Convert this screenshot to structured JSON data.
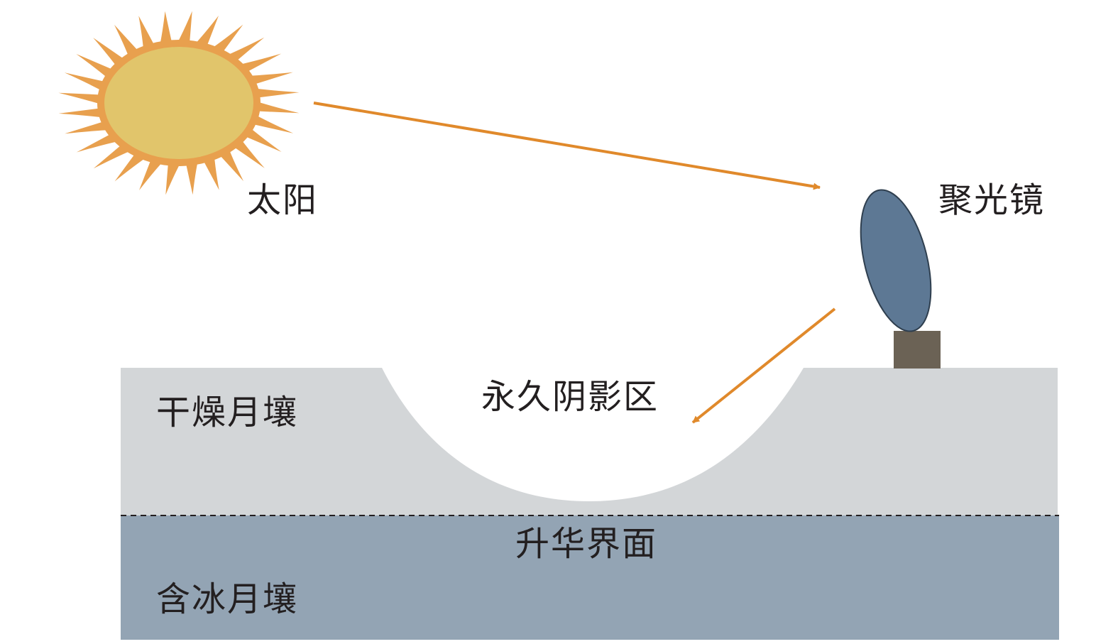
{
  "labels": {
    "sun": "太阳",
    "mirror": "聚光镜",
    "shadow_zone": "永久阴影区",
    "dry_regolith": "干燥月壤",
    "sublimation_interface": "升华界面",
    "icy_regolith": "含冰月壤"
  },
  "colors": {
    "sun_rays": "#e8a04e",
    "sun_body": "#e1c56b",
    "light_arrow": "#e0892b",
    "dry_regolith": "#d3d6d8",
    "icy_regolith": "#93a4b4",
    "mirror": "#5d7894",
    "mirror_stand": "#6b6255",
    "interface_line": "#231f20",
    "text": "#231f20"
  },
  "icons": {
    "sun": "sun-icon",
    "mirror": "mirror-icon"
  }
}
